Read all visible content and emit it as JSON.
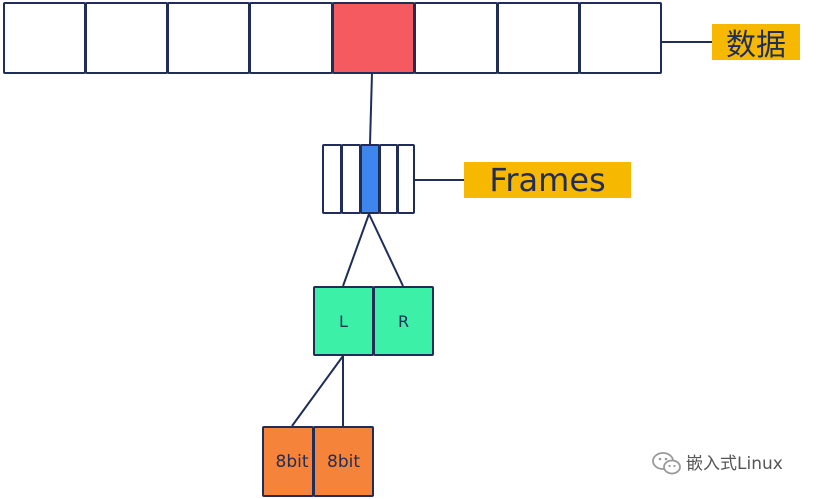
{
  "data_label": "数据",
  "frames_label": "Frames",
  "channels": {
    "left": "L",
    "right": "R"
  },
  "bits": {
    "first": "8bit",
    "second": "8bit"
  },
  "watermark": {
    "text": "嵌入式Linux"
  },
  "colors": {
    "outline": "#1f2d57",
    "selected_data_cell": "#f45a5f",
    "selected_frame_cell": "#3d86f0",
    "channel_fill": "#3df0a8",
    "bit_fill": "#f5833a",
    "label_highlight": "#f6b800"
  }
}
